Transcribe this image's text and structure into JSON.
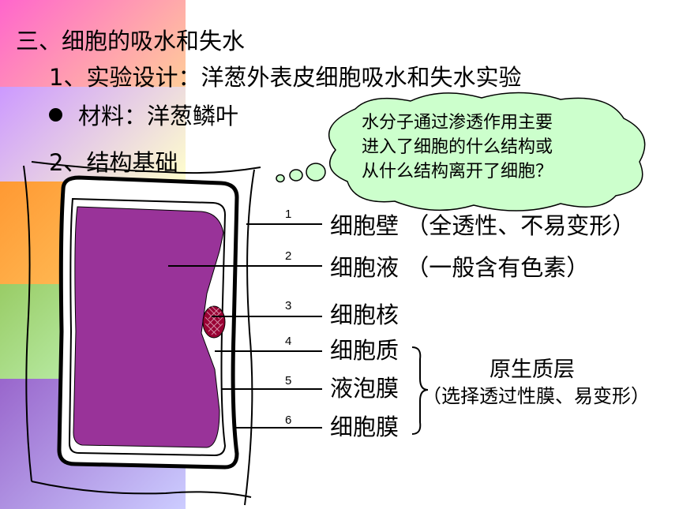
{
  "slide": {
    "title": "三、细胞的吸水和失水",
    "step1": "1、实验设计：洋葱外表皮细胞吸水和失水实验",
    "material": "材料：洋葱鳞叶",
    "step2": "2、结构基础"
  },
  "thought_bubble": {
    "lines": [
      "水分子通过渗透作用主要",
      "进入了细胞的什么结构或",
      "从什么结构离开了细胞？"
    ],
    "fill_color": "#ccffcc"
  },
  "labels": [
    {
      "num": "1",
      "text": "细胞壁 （全透性、不易变形）"
    },
    {
      "num": "2",
      "text": "细胞液 （一般含有色素）"
    },
    {
      "num": "3",
      "text": "细胞核"
    },
    {
      "num": "4",
      "text": "细胞质"
    },
    {
      "num": "5",
      "text": "液泡膜"
    },
    {
      "num": "6",
      "text": "细胞膜"
    }
  ],
  "protoplast": {
    "title": "原生质层",
    "note": "（选择透过性膜、易变形）"
  },
  "colors": {
    "vacuole": "#993399",
    "nucleus": "#990033",
    "strip": [
      "#ff99cc",
      "#cc99ff",
      "#ffcc66",
      "#ccff99",
      "#99ccff",
      "#cc99ff"
    ]
  }
}
